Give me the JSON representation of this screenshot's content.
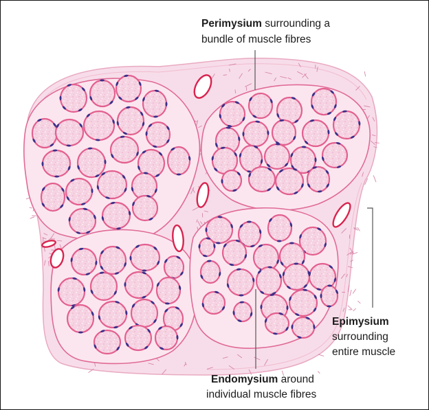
{
  "labels": {
    "perimysium": {
      "bold": "Perimysium",
      "line1_rest": " surrounding a",
      "line2": "bundle of muscle fibres"
    },
    "epimysium": {
      "bold": "Epimysium",
      "line2": "surrounding",
      "line3": "entire muscle"
    },
    "endomysium": {
      "bold": "Endomysium",
      "line1_rest": " around",
      "line2": "individual muscle fibres"
    }
  },
  "colors": {
    "connective_tissue": "#f7dde9",
    "perimysium_line": "#e06a96",
    "fibre_fill": "#f6d3e2",
    "fibre_border": "#e35f8f",
    "nucleus": "#3b2f8a",
    "blood_vessel": "#d8244f",
    "leader_line": "#555555"
  }
}
